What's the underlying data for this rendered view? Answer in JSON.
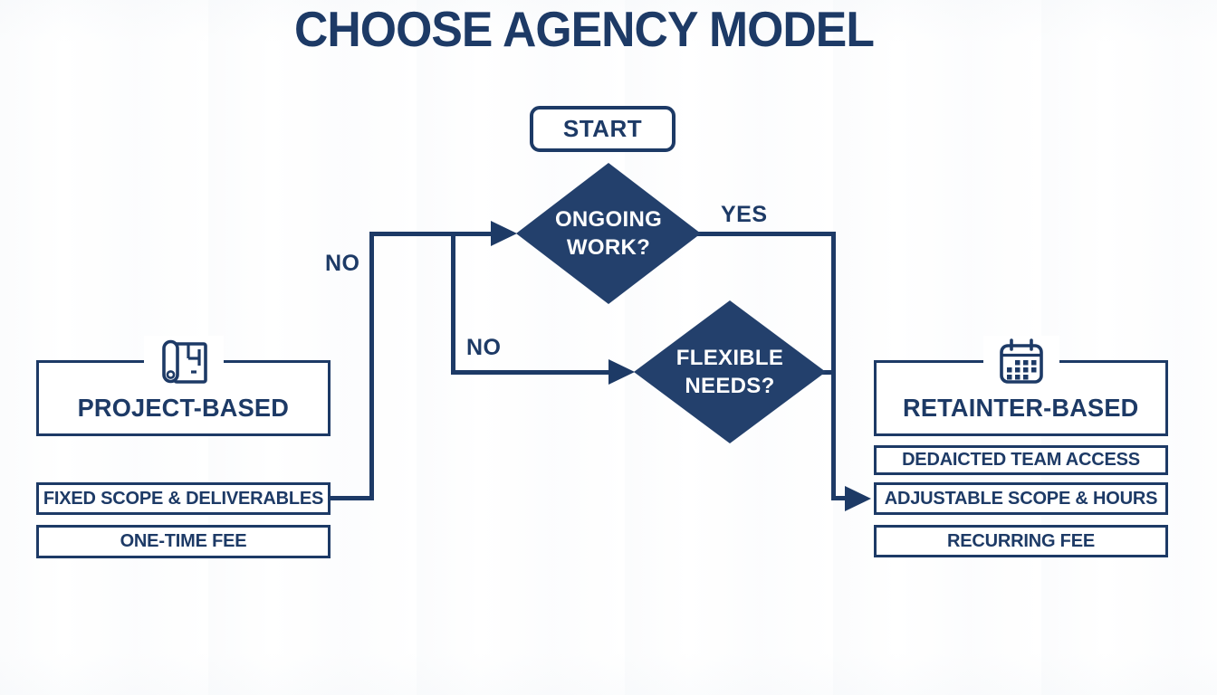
{
  "title": "CHOOSE AGENCY MODEL",
  "colors": {
    "navy": "#1d3a66",
    "diamond_fill": "#23406c",
    "background": "#ffffff",
    "diamond_text": "#ffffff"
  },
  "flow": {
    "start_label": "START",
    "decision1": {
      "line1": "ONGOING",
      "line2": "WORK?"
    },
    "decision2": {
      "line1": "FLEXIBLE",
      "line2": "NEEDS?"
    },
    "labels": {
      "yes": "YES",
      "no1": "NO",
      "no2": "NO"
    }
  },
  "left_branch": {
    "icon": "blueprint-icon",
    "title": "PROJECT-BASED",
    "items": [
      "FIXED SCOPE & DELIVERABLES",
      "ONE-TIME FEE"
    ]
  },
  "right_branch": {
    "icon": "calendar-icon",
    "title": "RETAINTER-BASED",
    "items": [
      "DEDAICTED TEAM ACCESS",
      "ADJUSTABLE SCOPE & HOURS",
      "RECURRING FEE"
    ]
  }
}
